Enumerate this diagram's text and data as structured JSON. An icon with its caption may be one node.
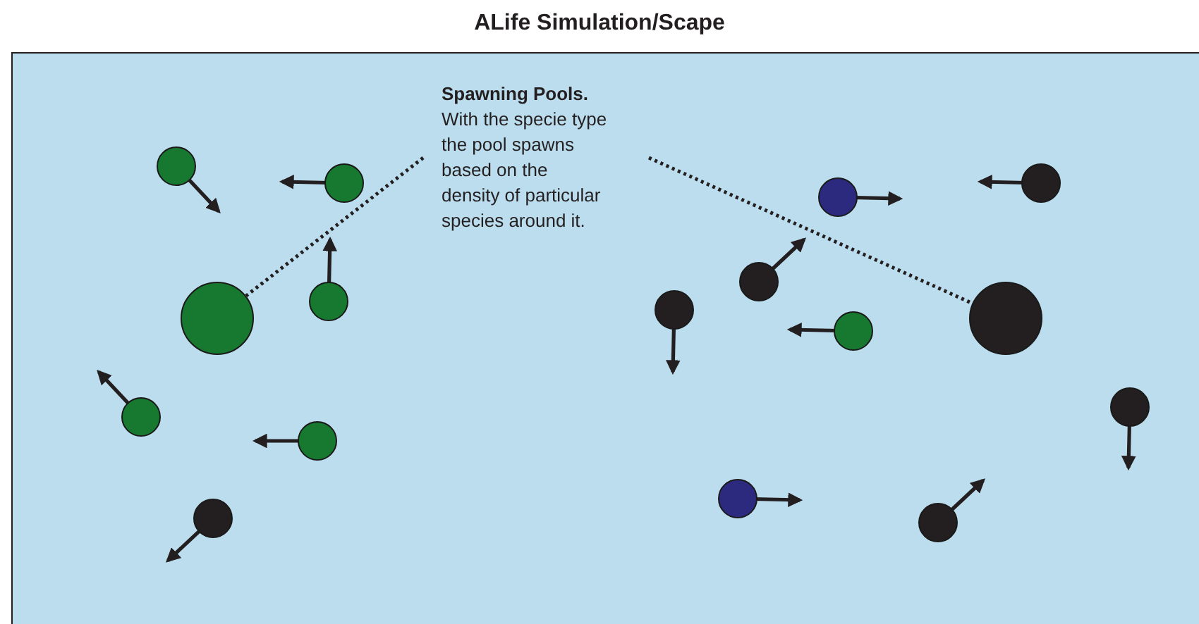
{
  "diagram": {
    "nodes": [
      {
        "text": [
          "ALife Simulation/Scape"
        ]
      },
      {
        "text": [
          "Spawning Pools.",
          "With the specie type the pool spawns based on the density of particular species around it."
        ],
        "in": 0
      },
      {
        "text": [],
        "shape": "circle",
        "in": 0
      },
      {
        "text": [],
        "shape": "circle",
        "in": 0
      }
    ],
    "edges": [
      {
        "from": 1,
        "to": 2,
        "arrow": "none",
        "style": "dashed"
      },
      {
        "from": 1,
        "to": 3,
        "arrow": "none",
        "style": "dashed"
      }
    ]
  }
}
